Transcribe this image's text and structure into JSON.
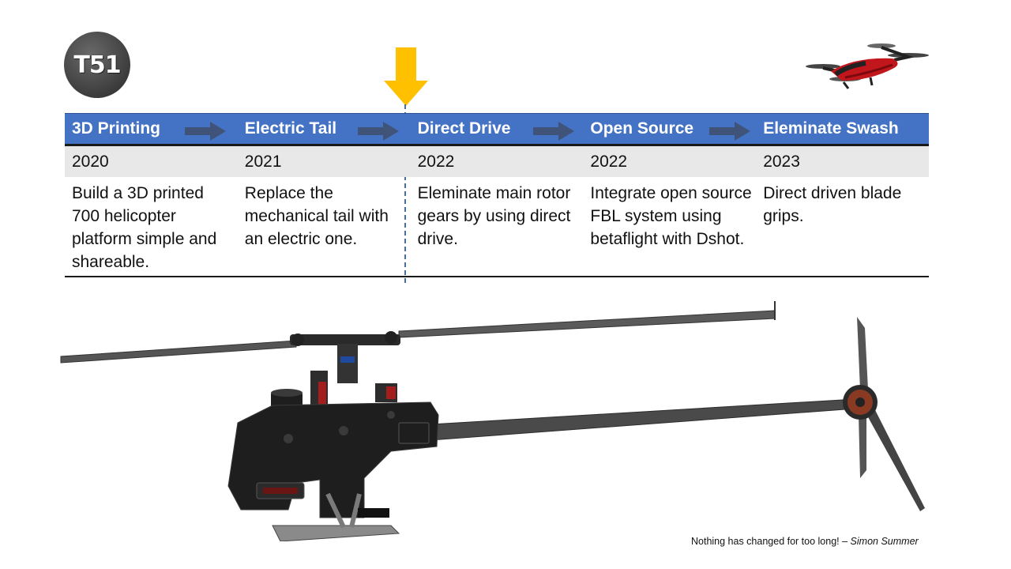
{
  "logo": {
    "text": "T51"
  },
  "timeline": [
    {
      "title": "3D Printing",
      "year": "2020",
      "description": "Build a 3D printed 700 helicopter platform simple and shareable."
    },
    {
      "title": "Electric Tail",
      "year": "2021",
      "description": "Replace the mechanical tail with an electric one."
    },
    {
      "title": "Direct Drive",
      "year": "2022",
      "description": "Eleminate main rotor gears by using direct drive."
    },
    {
      "title": "Open Source",
      "year": "2022",
      "description": "Integrate open source FBL system using betaflight with Dshot."
    },
    {
      "title": "Eleminate Swash",
      "year": "2023",
      "description": "Direct driven blade grips."
    }
  ],
  "quote": {
    "text": "Nothing has changed for too long! – ",
    "author": "Simon Summer"
  },
  "colors": {
    "header": "#4472c4",
    "year_row": "#e8e8e8",
    "marker": "#ffc000",
    "step_arrow": "#3f5478"
  },
  "icons": {
    "marker": "down-arrow-icon",
    "step": "right-arrow-icon"
  }
}
